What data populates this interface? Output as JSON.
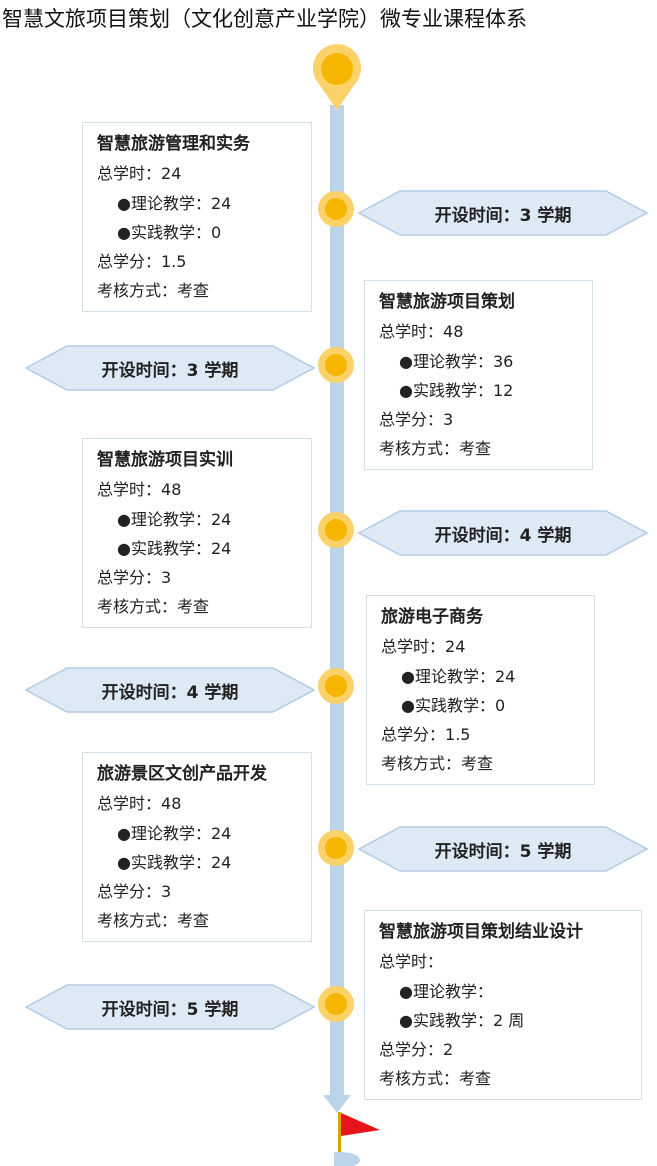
{
  "title": "智慧文旅项目策划（文化创意产业学院）微专业课程体系",
  "labels": {
    "hours": "总学时：",
    "theory": "●理论教学：",
    "practice": "●实践教学：",
    "credits": "总学分：",
    "exam": "考核方式："
  },
  "courses": [
    {
      "name": "智慧旅游管理和实务",
      "hours": "24",
      "theory": "24",
      "practice": "0",
      "credits": "1.5",
      "exam": "考查",
      "semester": "开设时间：3 学期"
    },
    {
      "name": "智慧旅游项目策划",
      "hours": "48",
      "theory": "36",
      "practice": "12",
      "credits": "3",
      "exam": "考查",
      "semester": "开设时间：3 学期"
    },
    {
      "name": "智慧旅游项目实训",
      "hours": "48",
      "theory": "24",
      "practice": "24",
      "credits": "3",
      "exam": "考查",
      "semester": "开设时间：4 学期"
    },
    {
      "name": "旅游电子商务",
      "hours": "24",
      "theory": "24",
      "practice": "0",
      "credits": "1.5",
      "exam": "考查",
      "semester": "开设时间：4 学期"
    },
    {
      "name": "旅游景区文创产品开发",
      "hours": "48",
      "theory": "24",
      "practice": "24",
      "credits": "3",
      "exam": "考查",
      "semester": "开设时间：5 学期"
    },
    {
      "name": "智慧旅游项目策划结业设计",
      "hours": "",
      "theory": "",
      "practice": "2 周",
      "credits": "2",
      "exam": "考查",
      "semester": "开设时间：5 学期"
    }
  ],
  "colors": {
    "spine": "#bcd4ea",
    "node": "#f6b500",
    "node_ring": "#fbd26a",
    "pill_fill": "#dde9f5",
    "pill_border": "#b3cbe3",
    "card_border": "#d2e1ef",
    "flag": "#e8141b"
  },
  "icons": {
    "start": "location-pin-icon",
    "end": "red-flag-icon"
  }
}
